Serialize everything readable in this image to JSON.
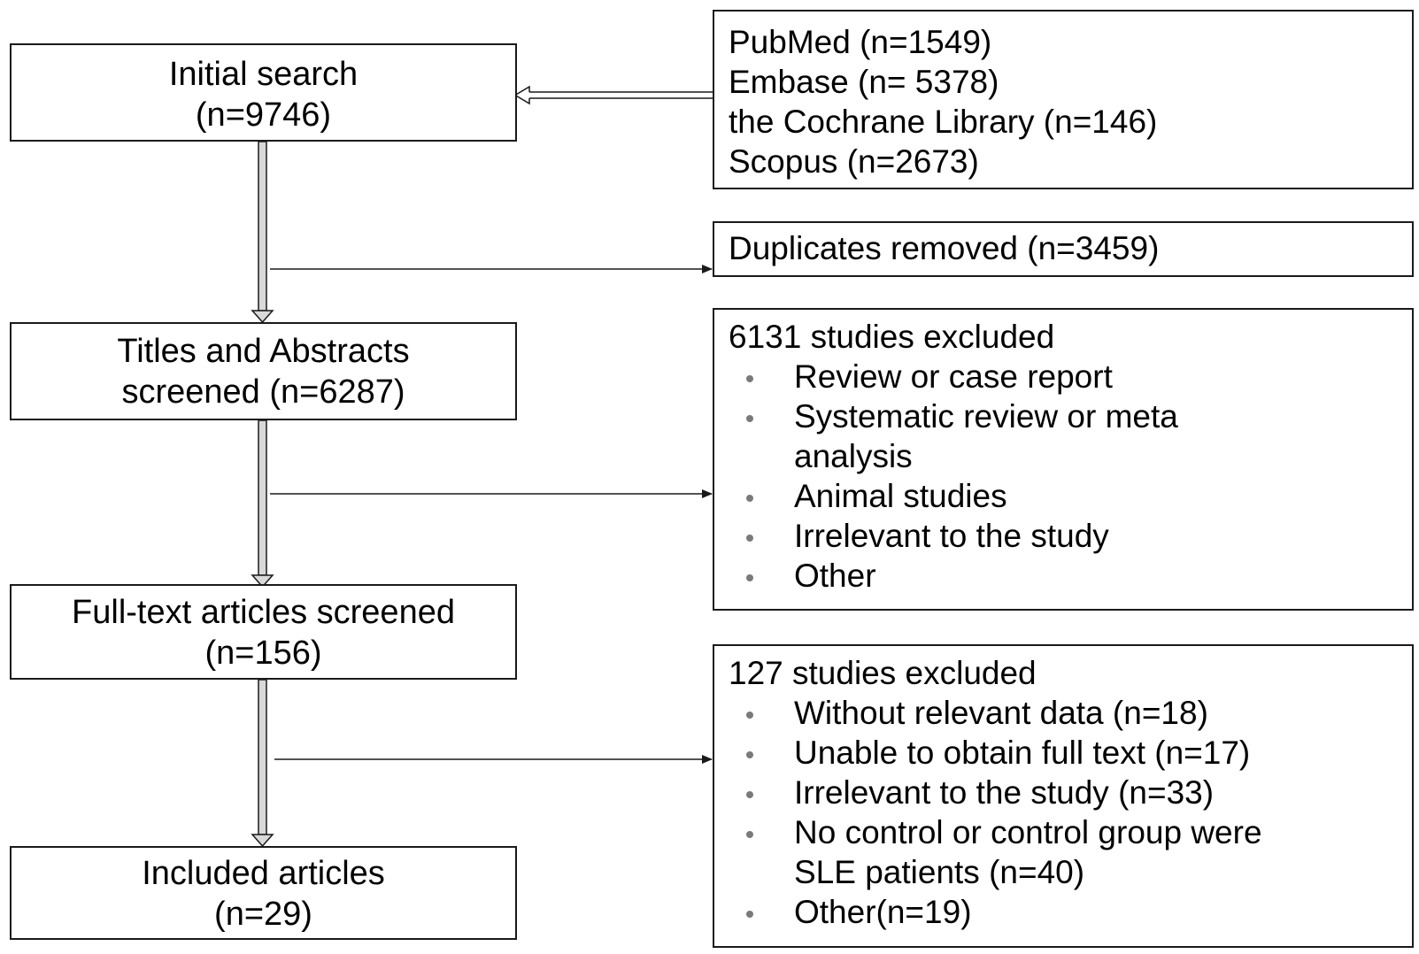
{
  "flow": {
    "initial_search": {
      "line1": "Initial search",
      "line2": "(n=9746)"
    },
    "titles_abstracts": {
      "line1": "Titles and Abstracts",
      "line2": "screened (n=6287)"
    },
    "full_text": {
      "line1": "Full-text articles screened",
      "line2": "(n=156)"
    },
    "included": {
      "line1": "Included articles",
      "line2": "(n=29)"
    }
  },
  "sources": {
    "items": [
      "PubMed (n=1549)",
      "Embase (n= 5378)",
      "the Cochrane Library (n=146)",
      "Scopus (n=2673)"
    ]
  },
  "duplicates": {
    "label": "Duplicates removed (n=3459)"
  },
  "exclusion1": {
    "title": "6131 studies excluded",
    "items": [
      "Review or case report",
      "Systematic review or meta\nanalysis",
      "Animal studies",
      "Irrelevant to the study",
      "Other"
    ]
  },
  "exclusion2": {
    "title": "127 studies excluded",
    "items": [
      "Without relevant data (n=18)",
      "Unable to obtain full text (n=17)",
      "Irrelevant to the study (n=33)",
      "No control or control group were\nSLE patients (n=40)",
      "Other(n=19)"
    ]
  },
  "colors": {
    "border": "#1a1a1a",
    "arrow_fill": "#d9d9d9",
    "bullet": "#7a7a7a"
  }
}
